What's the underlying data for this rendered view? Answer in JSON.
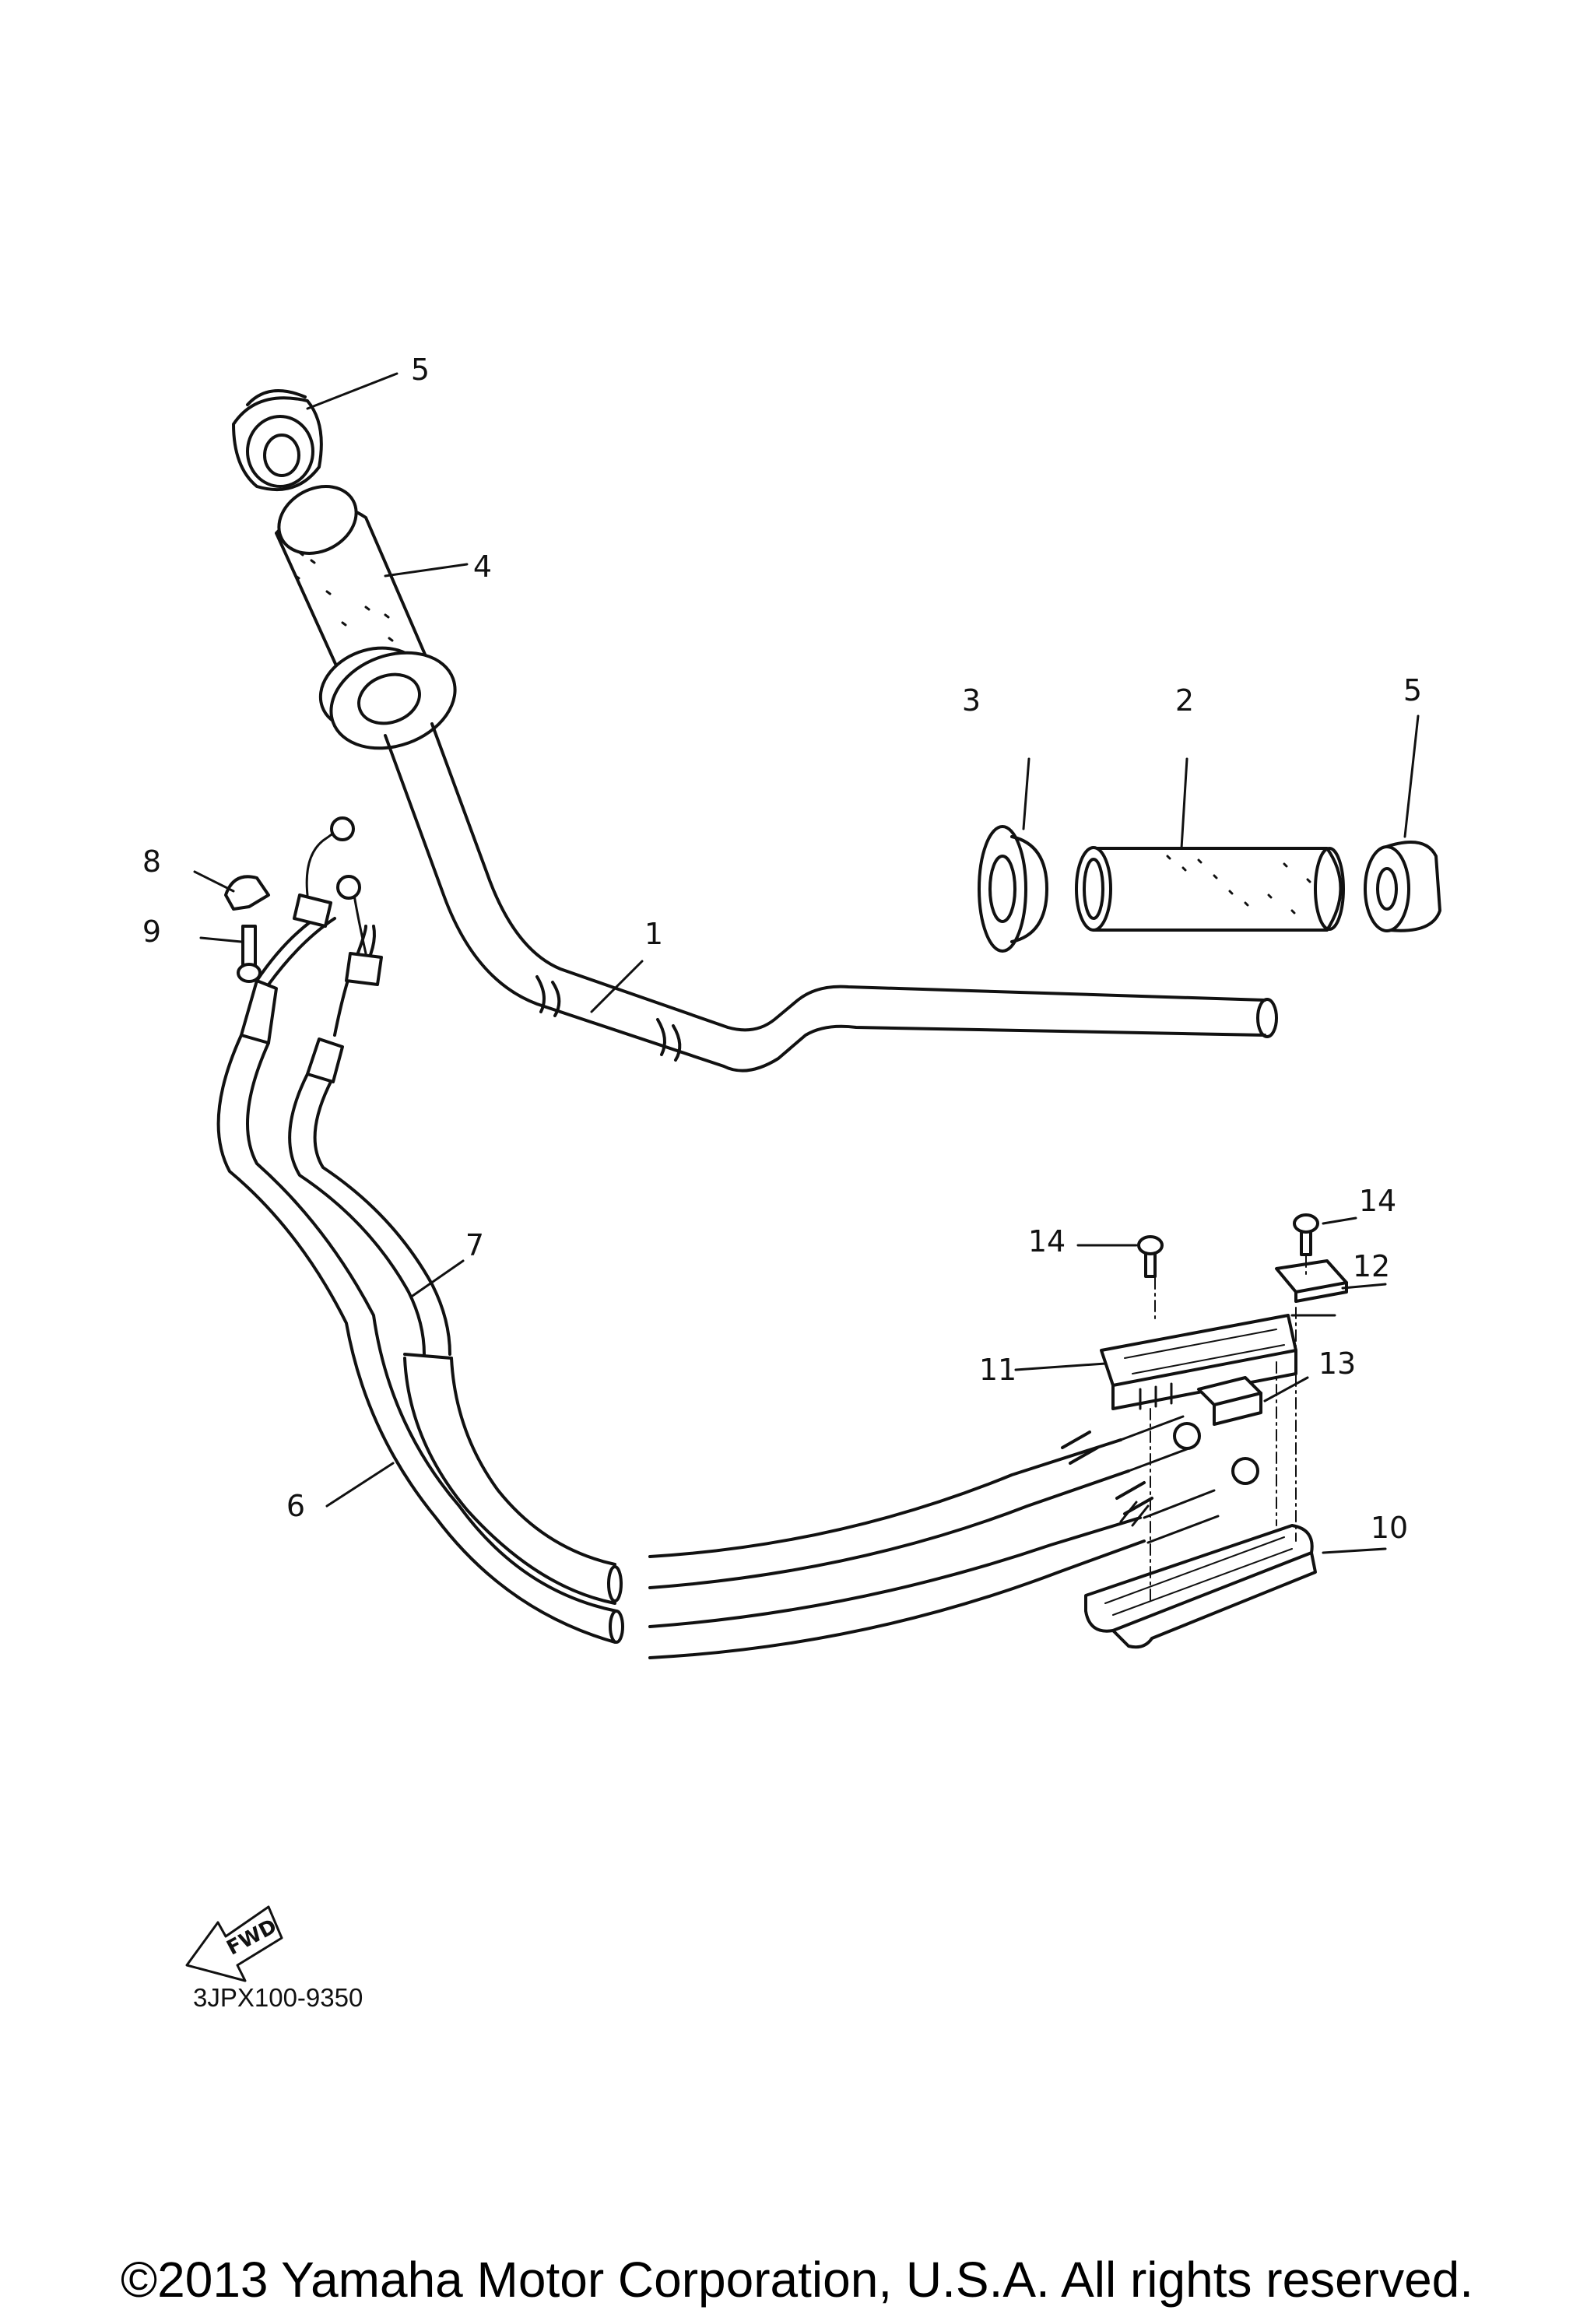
{
  "callouts": [
    {
      "id": "1",
      "label": "1"
    },
    {
      "id": "2",
      "label": "2"
    },
    {
      "id": "3",
      "label": "3"
    },
    {
      "id": "4",
      "label": "4"
    },
    {
      "id": "5a",
      "label": "5"
    },
    {
      "id": "5b",
      "label": "5"
    },
    {
      "id": "6",
      "label": "6"
    },
    {
      "id": "7",
      "label": "7"
    },
    {
      "id": "8",
      "label": "8"
    },
    {
      "id": "9",
      "label": "9"
    },
    {
      "id": "10",
      "label": "10"
    },
    {
      "id": "11",
      "label": "11"
    },
    {
      "id": "12",
      "label": "12"
    },
    {
      "id": "13",
      "label": "13"
    },
    {
      "id": "14a",
      "label": "14"
    },
    {
      "id": "14b",
      "label": "14"
    }
  ],
  "fwd_arrow": {
    "label": "FWD"
  },
  "drawing_code": "3JPX100-9350",
  "copyright": "©2013 Yamaha Motor Corporation, U.S.A. All rights reserved."
}
